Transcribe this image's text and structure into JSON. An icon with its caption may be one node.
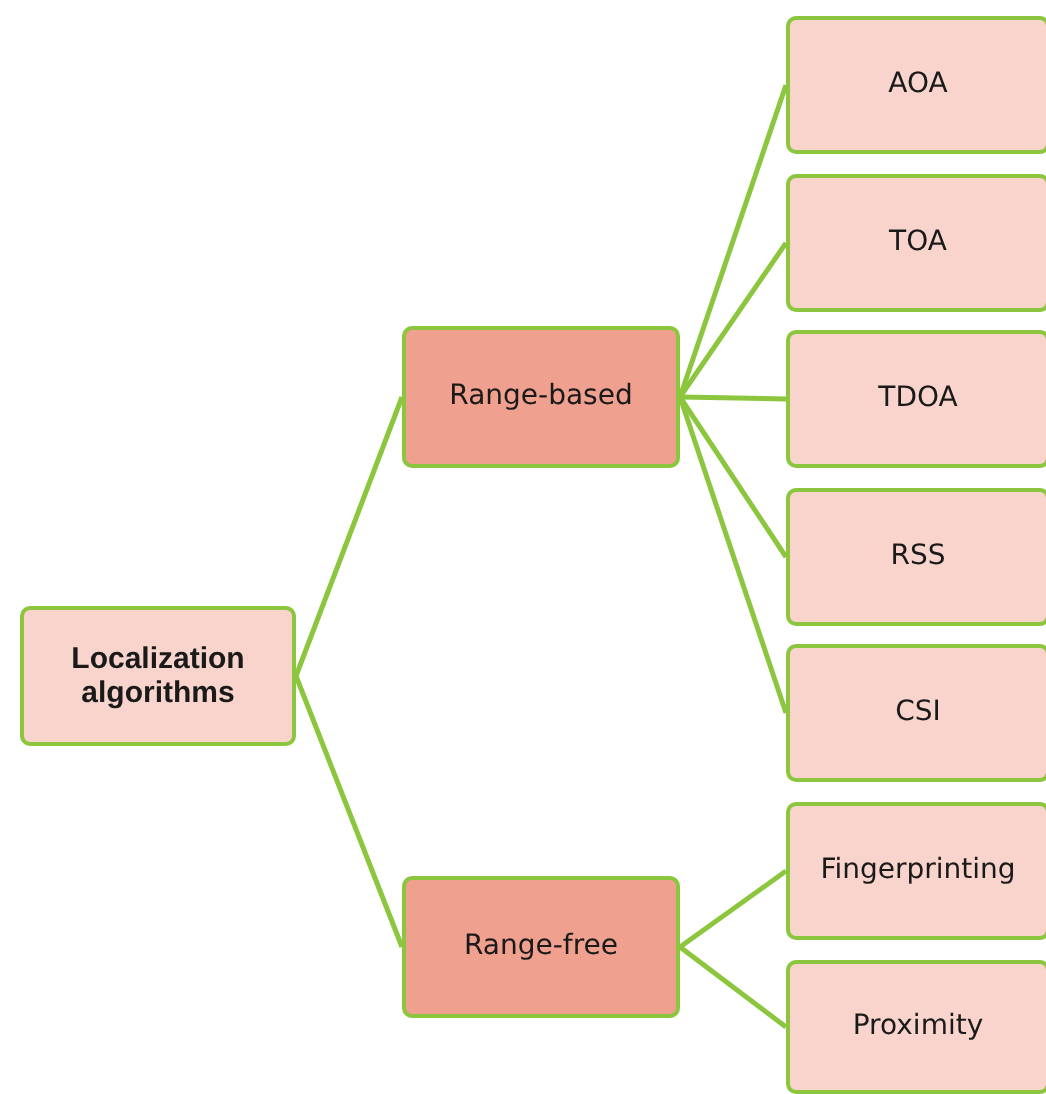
{
  "diagram": {
    "nodes": [
      {
        "text": [
          "Localization algorithms"
        ]
      },
      {
        "text": [
          "Range-based"
        ]
      },
      {
        "text": [
          "Range-free"
        ]
      },
      {
        "text": [
          "AOA"
        ]
      },
      {
        "text": [
          "TOA"
        ]
      },
      {
        "text": [
          "TDOA"
        ]
      },
      {
        "text": [
          "RSS"
        ]
      },
      {
        "text": [
          "CSI"
        ]
      },
      {
        "text": [
          "Fingerprinting"
        ]
      },
      {
        "text": [
          "Proximity"
        ]
      }
    ],
    "edges": [
      {
        "from": 0,
        "to": 1,
        "arrow": "none"
      },
      {
        "from": 0,
        "to": 2,
        "arrow": "none"
      },
      {
        "from": 1,
        "to": 3,
        "arrow": "none"
      },
      {
        "from": 1,
        "to": 4,
        "arrow": "none"
      },
      {
        "from": 1,
        "to": 5,
        "arrow": "none"
      },
      {
        "from": 1,
        "to": 6,
        "arrow": "none"
      },
      {
        "from": 1,
        "to": 7,
        "arrow": "none"
      },
      {
        "from": 2,
        "to": 8,
        "arrow": "none"
      },
      {
        "from": 2,
        "to": 9,
        "arrow": "none"
      }
    ]
  }
}
